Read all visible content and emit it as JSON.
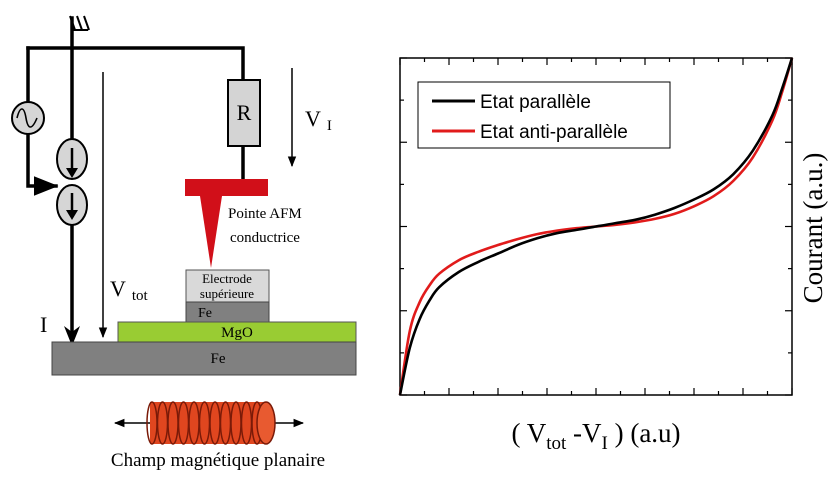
{
  "schematic": {
    "resistor_label": "R",
    "v_i_label": "V",
    "v_i_sub": "I",
    "tip_label_line1": "Pointe AFM",
    "tip_label_line2": "conductrice",
    "electrode_line1": "Electrode",
    "electrode_line2": "supérieure",
    "fe_top_label": "Fe",
    "mgo_label": "MgO",
    "fe_bottom_label": "Fe",
    "v_tot_label": "V",
    "v_tot_sub": "tot",
    "current_label": "I",
    "field_caption": "Champ magnétique planaire",
    "colors": {
      "tip": "#d10f19",
      "mgo": "#99cc33",
      "fe": "#808080",
      "electrode": "#d9d9d9",
      "resistor": "#d4d4d4",
      "source": "#d6d6d6",
      "coil": "#e0461f"
    }
  },
  "chart_data": {
    "type": "line",
    "xlabel_parts": [
      "( V",
      "tot",
      " -V",
      "I",
      " )   (a.u)"
    ],
    "ylabel": "Courant (a.u.)",
    "xlim": [
      -1,
      1
    ],
    "ylim": [
      -1,
      1
    ],
    "x_ticks_labeled": false,
    "y_ticks_labeled": false,
    "grid": false,
    "legend_position": "top-left",
    "series": [
      {
        "name": "Etat parallèle",
        "color": "#000000",
        "x": [
          -1.0,
          -0.95,
          -0.9,
          -0.85,
          -0.8,
          -0.7,
          -0.6,
          -0.5,
          -0.4,
          -0.3,
          -0.2,
          -0.1,
          0.0,
          0.1,
          0.2,
          0.3,
          0.4,
          0.5,
          0.6,
          0.7,
          0.8,
          0.9,
          0.95,
          1.0
        ],
        "y": [
          -1.0,
          -0.72,
          -0.55,
          -0.44,
          -0.36,
          -0.27,
          -0.21,
          -0.16,
          -0.11,
          -0.07,
          -0.04,
          -0.02,
          0.0,
          0.02,
          0.04,
          0.07,
          0.11,
          0.16,
          0.22,
          0.31,
          0.45,
          0.66,
          0.82,
          1.0
        ]
      },
      {
        "name": "Etat anti-parallèle",
        "color": "#e11b1b",
        "x": [
          -1.0,
          -0.95,
          -0.9,
          -0.85,
          -0.8,
          -0.7,
          -0.6,
          -0.5,
          -0.4,
          -0.3,
          -0.2,
          -0.1,
          0.0,
          0.1,
          0.2,
          0.3,
          0.4,
          0.5,
          0.6,
          0.7,
          0.8,
          0.9,
          0.95,
          1.0
        ],
        "y": [
          -1.0,
          -0.62,
          -0.45,
          -0.35,
          -0.28,
          -0.2,
          -0.15,
          -0.11,
          -0.075,
          -0.045,
          -0.025,
          -0.01,
          0.0,
          0.01,
          0.025,
          0.045,
          0.075,
          0.12,
          0.18,
          0.27,
          0.41,
          0.63,
          0.8,
          1.0
        ]
      }
    ]
  }
}
